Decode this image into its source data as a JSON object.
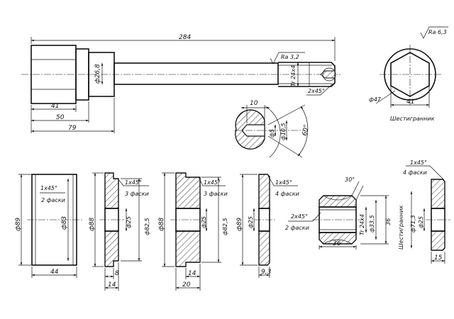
{
  "main": {
    "overall_length": "284",
    "roughness_shaft": "Ra 3,2",
    "roughness_general": "Ra 6,3",
    "diam_shank": "ф26,8",
    "thread_shaft": "Tr 24x4",
    "chamfer_shaft": "2x45°",
    "len_41": "41",
    "len_50": "50",
    "len_79": "79"
  },
  "section": {
    "across_flats": "41",
    "diam_corners": "ф47",
    "caption": "Шестигранник"
  },
  "detail": {
    "len_10": "10",
    "diam_5": "ф5",
    "diam_10_5": "ф10,5",
    "angle_60": "60°"
  },
  "parts": [
    {
      "diam_outer": "ф89",
      "chamfer": "1x45°",
      "chamfer_note": "2 фаски",
      "diam_inner": "ф83",
      "width": "44"
    },
    {
      "diam_outer": "ф88",
      "chamfer": "1x45°",
      "chamfer_note": "3 фаски",
      "diam_bore": "ф25",
      "diam_mid": "ф82,5",
      "width_inner": "8",
      "width": "14"
    },
    {
      "diam_outer": "ф88",
      "chamfer": "1x45°",
      "chamfer_note": "3 фаски",
      "diam_bore": "ф25",
      "diam_mid": "ф82,5",
      "width_inner": "14",
      "width": "20"
    },
    {
      "diam_outer": "ф89",
      "chamfer": "1x45°",
      "chamfer_note": "4 фаски",
      "diam_bore": "ф25",
      "width": "9,3"
    }
  ],
  "nut": {
    "angle": "30°",
    "chamfer": "2x45°",
    "chamfer_note": "2 фаски",
    "thread": "Tr 24x4",
    "diam_33_5": "ф33,5",
    "across_flats": "36",
    "caption": "Шестигранник",
    "diam_71_3": "ф71,3",
    "length": "36"
  },
  "washer": {
    "chamfer": "1x45°",
    "chamfer_note": "4 фаски",
    "diam_bore": "ф25",
    "width": "15"
  }
}
